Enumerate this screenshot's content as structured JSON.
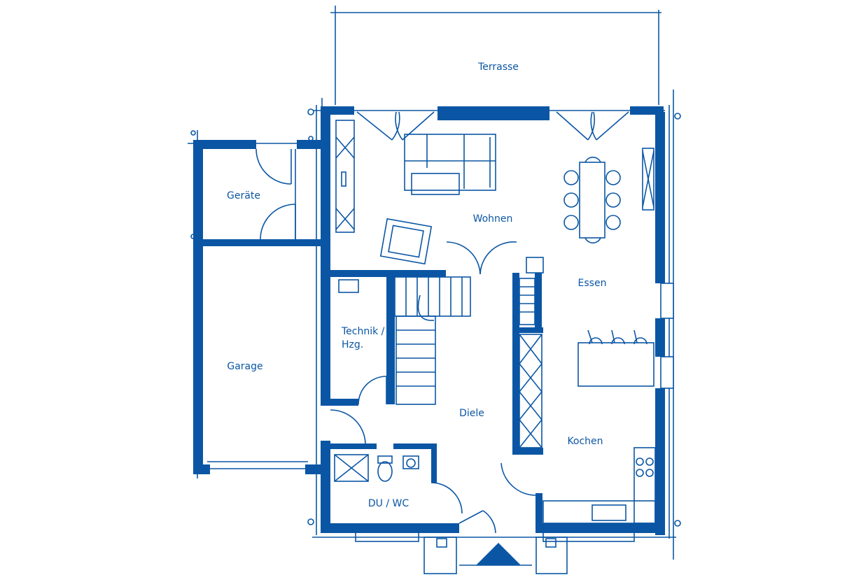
{
  "accent_color": "#0b56a4",
  "rooms": {
    "terrasse": "Terrasse",
    "geraete": "Geräte",
    "wohnen": "Wohnen",
    "essen": "Essen",
    "technik_line1": "Technik /",
    "technik_line2": "Hzg.",
    "garage": "Garage",
    "diele": "Diele",
    "kochen": "Kochen",
    "du_wc": "DU / WC"
  }
}
